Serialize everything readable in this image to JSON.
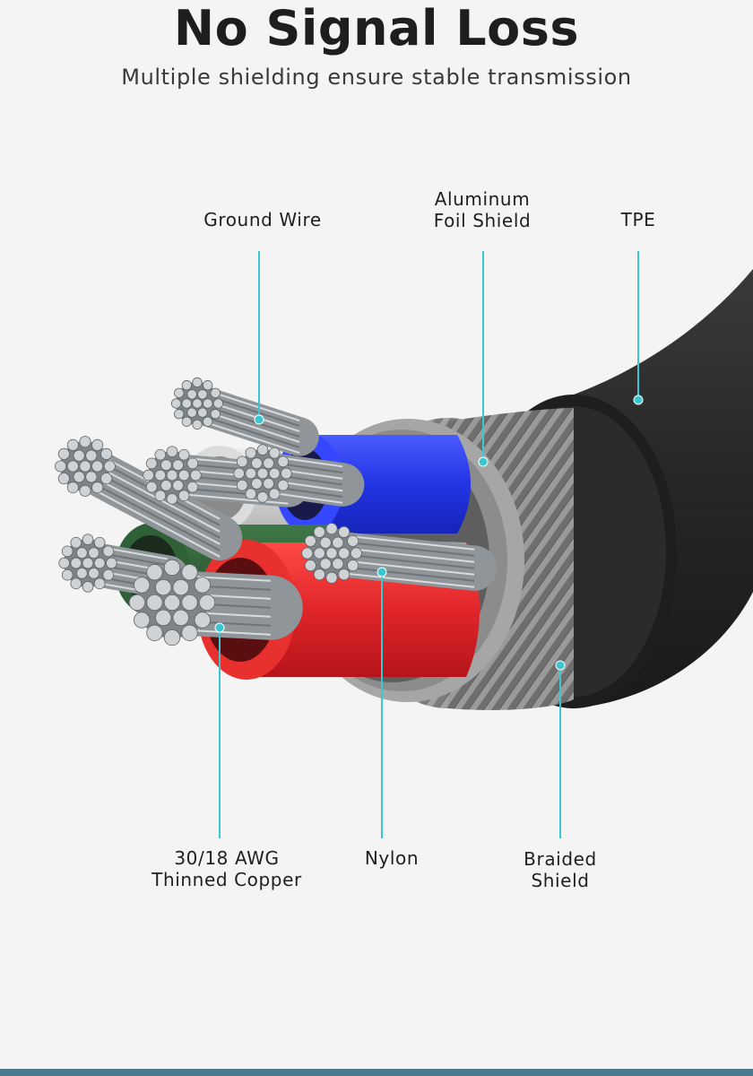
{
  "header": {
    "title": "No Signal Loss",
    "subtitle": "Multiple shielding ensure stable transmission"
  },
  "labels": {
    "ground_wire": [
      "Ground Wire"
    ],
    "aluminum_foil": [
      "Aluminum",
      "Foil Shield"
    ],
    "tpe": [
      "TPE"
    ],
    "copper": [
      "30/18 AWG",
      "Thinned Copper"
    ],
    "nylon": [
      "Nylon"
    ],
    "braided": [
      "Braided",
      "Shield"
    ]
  },
  "colors": {
    "leader_line": "#3cc6cf",
    "jacket": "#2e2e2e",
    "foil": "#a9a9a9",
    "blue_wire": "#2536e6",
    "red_wire": "#e0262a",
    "green_wire": "#2c5c34",
    "white_wire": "#d7d7d7",
    "copper_strand": "#cfd3d6",
    "bottom_bar": "#4d7a8f"
  }
}
